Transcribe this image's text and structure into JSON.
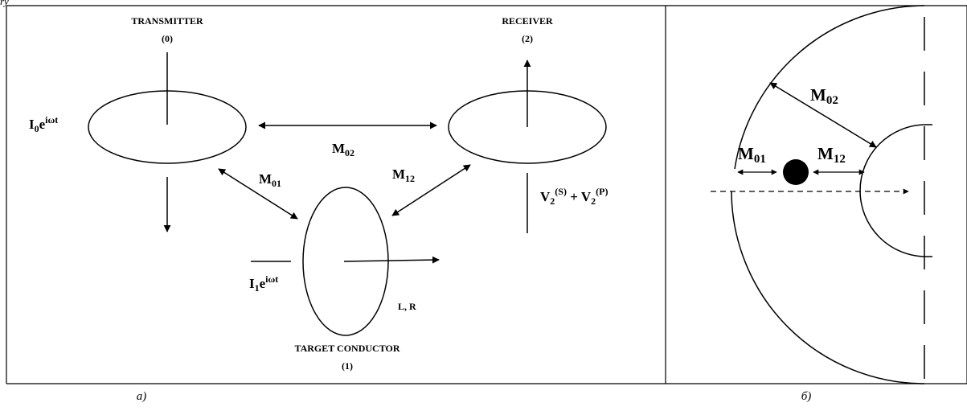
{
  "top_fragment": "ry",
  "panel_a": {
    "transmitter": {
      "title": "TRANSMITTER",
      "index": "(0)"
    },
    "receiver": {
      "title": "RECEIVER",
      "index": "(2)"
    },
    "target": {
      "title": "TARGET CONDUCTOR",
      "index": "(1)",
      "params": "L, R"
    },
    "current_0": {
      "base": "I",
      "sub": "0",
      "exp_base": "e",
      "exp": "iωt"
    },
    "current_1": {
      "base": "I",
      "sub": "1",
      "exp_base": "e",
      "exp": "iωt"
    },
    "voltage": {
      "v": "V",
      "sub": "2",
      "sup_s": "(S)",
      "plus": " + ",
      "sup_p": "(P)"
    },
    "m02": {
      "base": "M",
      "sub": "02"
    },
    "m01": {
      "base": "M",
      "sub": "01"
    },
    "m12": {
      "base": "M",
      "sub": "12"
    },
    "caption": "a)"
  },
  "panel_b": {
    "m02": {
      "base": "M",
      "sub": "02"
    },
    "m01": {
      "base": "M",
      "sub": "01"
    },
    "m12": {
      "base": "M",
      "sub": "12"
    },
    "caption": "б)"
  }
}
